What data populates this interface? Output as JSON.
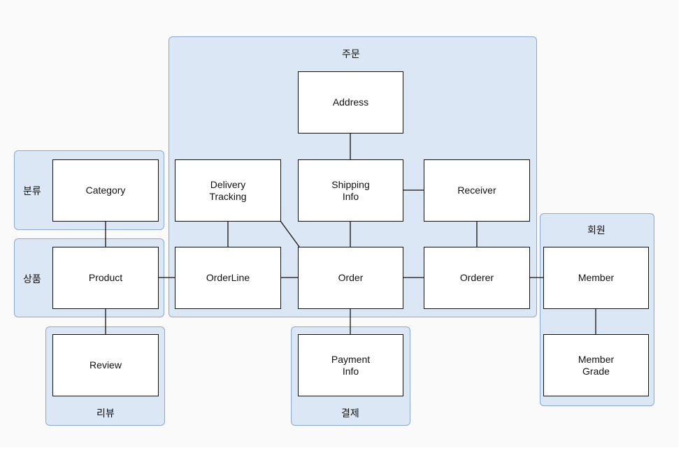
{
  "groups": {
    "order": "주문",
    "category": "분류",
    "product": "상품",
    "review": "리뷰",
    "payment": "결제",
    "member": "회원"
  },
  "nodes": {
    "address": "Address",
    "category": "Category",
    "delivery_tracking": "Delivery\nTracking",
    "shipping_info": "Shipping\nInfo",
    "receiver": "Receiver",
    "product": "Product",
    "orderline": "OrderLine",
    "order": "Order",
    "orderer": "Orderer",
    "member": "Member",
    "review": "Review",
    "payment_info": "Payment\nInfo",
    "member_grade": "Member\nGrade"
  },
  "colors": {
    "group_fill": "#dce7f6",
    "group_border": "#8aa8d6",
    "node_fill": "#ffffff",
    "line": "#111111"
  }
}
